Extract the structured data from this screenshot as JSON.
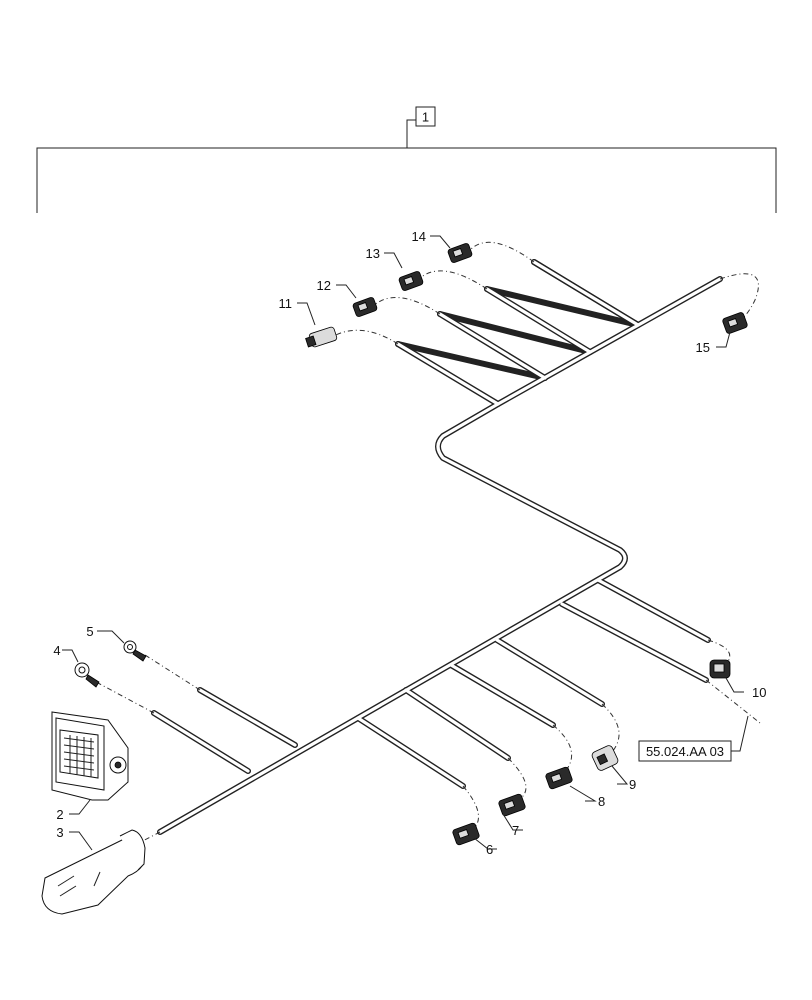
{
  "assembly_label": "1",
  "callouts": [
    "2",
    "3",
    "4",
    "5",
    "6",
    "7",
    "8",
    "9",
    "10",
    "11",
    "12",
    "13",
    "14",
    "15"
  ],
  "reference_label": "55.024.AA 03"
}
